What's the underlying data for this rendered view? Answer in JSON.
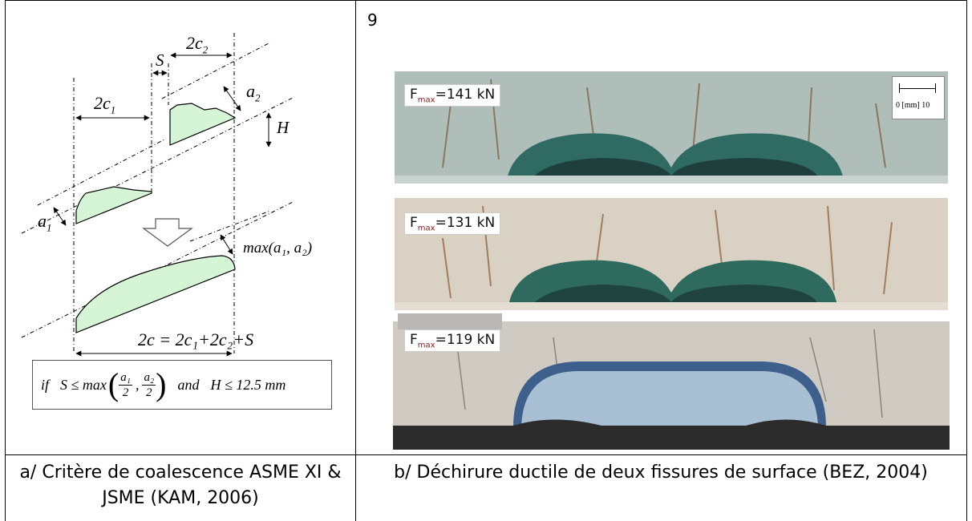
{
  "figure_number": "9",
  "diagram": {
    "label_2c1": "2c",
    "label_2c1_sub": "1",
    "label_2c2": "2c",
    "label_2c2_sub": "2",
    "label_s": "S",
    "label_a1": "a",
    "label_a1_sub": "1",
    "label_a2": "a",
    "label_a2_sub": "2",
    "label_h": "H",
    "label_max": "max(a₁, a₂)",
    "label_total": "2c = 2c₁+2c₂+S",
    "condition_if": "if",
    "condition_s": "S ≤ max",
    "condition_frac_a1_num": "a₁",
    "condition_frac_a2_num": "a₂",
    "condition_frac_den": "2",
    "condition_and": "and",
    "condition_h": "H ≤ 12.5 mm",
    "fill_color": "#d6f5d6"
  },
  "photos": {
    "specimens": [
      {
        "label": "F",
        "sub": "max",
        "value": "=141 kN"
      },
      {
        "label": "F",
        "sub": "max",
        "value": "=131 kN"
      },
      {
        "label": "F",
        "sub": "max",
        "value": "=119 kN"
      }
    ],
    "scale_bar": {
      "zero": "0",
      "unit": "[mm]",
      "ten": "10"
    }
  },
  "captions": {
    "left": "a/ Critère de coalescence ASME XI & JSME (KAM, 2006)",
    "right": "b/ Déchirure ductile de deux fissures de surface (BEZ, 2004)"
  }
}
